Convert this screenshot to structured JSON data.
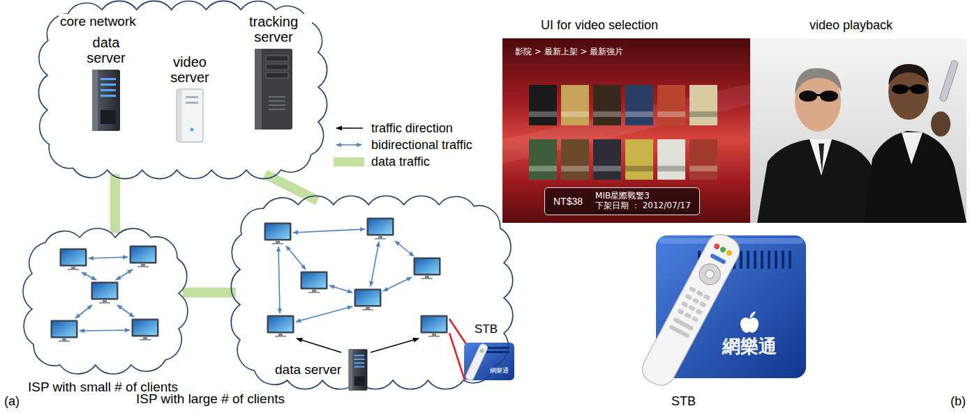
{
  "diagram": {
    "nodes": [
      {
        "text": [
          "core network"
        ]
      },
      {
        "text": [
          "data server"
        ],
        "in": 0
      },
      {
        "text": [
          "video server"
        ],
        "in": 0
      },
      {
        "text": [
          "tracking server"
        ],
        "in": 0
      },
      {
        "text": [
          "ISP with small # of clients"
        ]
      },
      {
        "text": [
          "ISP with large # of clients"
        ]
      },
      {
        "text": [
          "data server"
        ],
        "in": 5
      },
      {
        "text": [
          "UI for video selection",
          "影院 > 最新上架 > 最新強片"
        ]
      },
      {
        "text": [
          "NT$38",
          "MIB星際戰警3",
          "下架日期 ： 2012/07/17"
        ],
        "in": 7
      },
      {
        "text": [
          "video playback"
        ]
      }
    ],
    "edges": [
      {
        "from": 0,
        "to": 4,
        "arrow": "none"
      },
      {
        "from": 0,
        "to": 5,
        "arrow": "none"
      },
      {
        "from": 4,
        "to": 5,
        "arrow": "none"
      }
    ],
    "labels": [
      "STB",
      "網樂通",
      "網樂通",
      "STB",
      "(a)",
      "(b)"
    ],
    "legend": [
      {
        "text": "traffic direction"
      },
      {
        "text": "bidirectional traffic"
      },
      {
        "text": "data traffic",
        "color": "#c4e09f"
      }
    ]
  }
}
